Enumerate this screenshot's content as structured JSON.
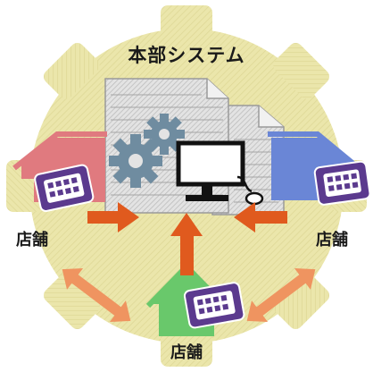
{
  "diagram": {
    "title": "本部システム",
    "stores": {
      "left": "店舗",
      "right": "店舗",
      "bottom": "店舗"
    },
    "colors": {
      "gear": "#e9e4a6",
      "house_left": "#e07a7f",
      "house_right": "#6a86d6",
      "house_bottom": "#69c86b",
      "tablet": "#5b3a8e",
      "arrow_main": "#e05a1e",
      "arrow_between": "#ef9460",
      "document": "#d6d6d6",
      "cogs": "#6f8ca0",
      "monitor": "#111111"
    },
    "icons": [
      "gear-shape",
      "document-stack",
      "cogs-icon",
      "monitor-icon",
      "mouse-icon",
      "house-icon",
      "tablet-icon",
      "arrow-icon"
    ]
  }
}
